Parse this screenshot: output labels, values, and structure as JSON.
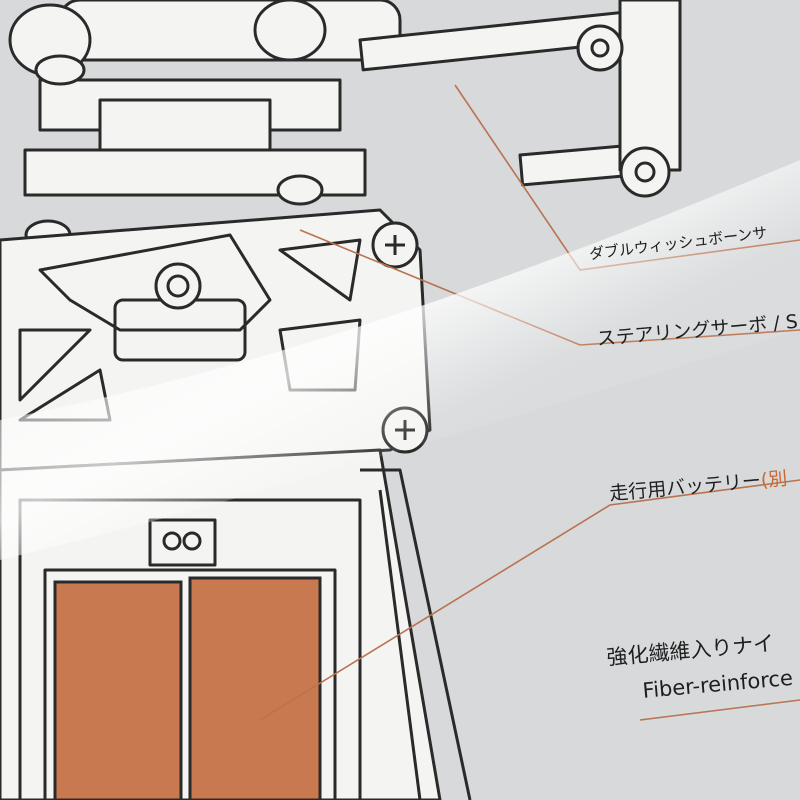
{
  "labels": {
    "wishbone": "ダブルウィッシュボーンサ",
    "servo": "ステアリングサーボ / S",
    "battery_main": "走行用バッテリー",
    "battery_note": "(別",
    "frame_jp": "強化繊維入りナイ",
    "frame_en": "Fiber-reinforce"
  },
  "colors": {
    "paper": "#d9dbdc",
    "line_art": "#2a2a2a",
    "battery_cells": "#c8794f",
    "leader_lines": "#b87350",
    "accent_text": "#c86a35"
  }
}
